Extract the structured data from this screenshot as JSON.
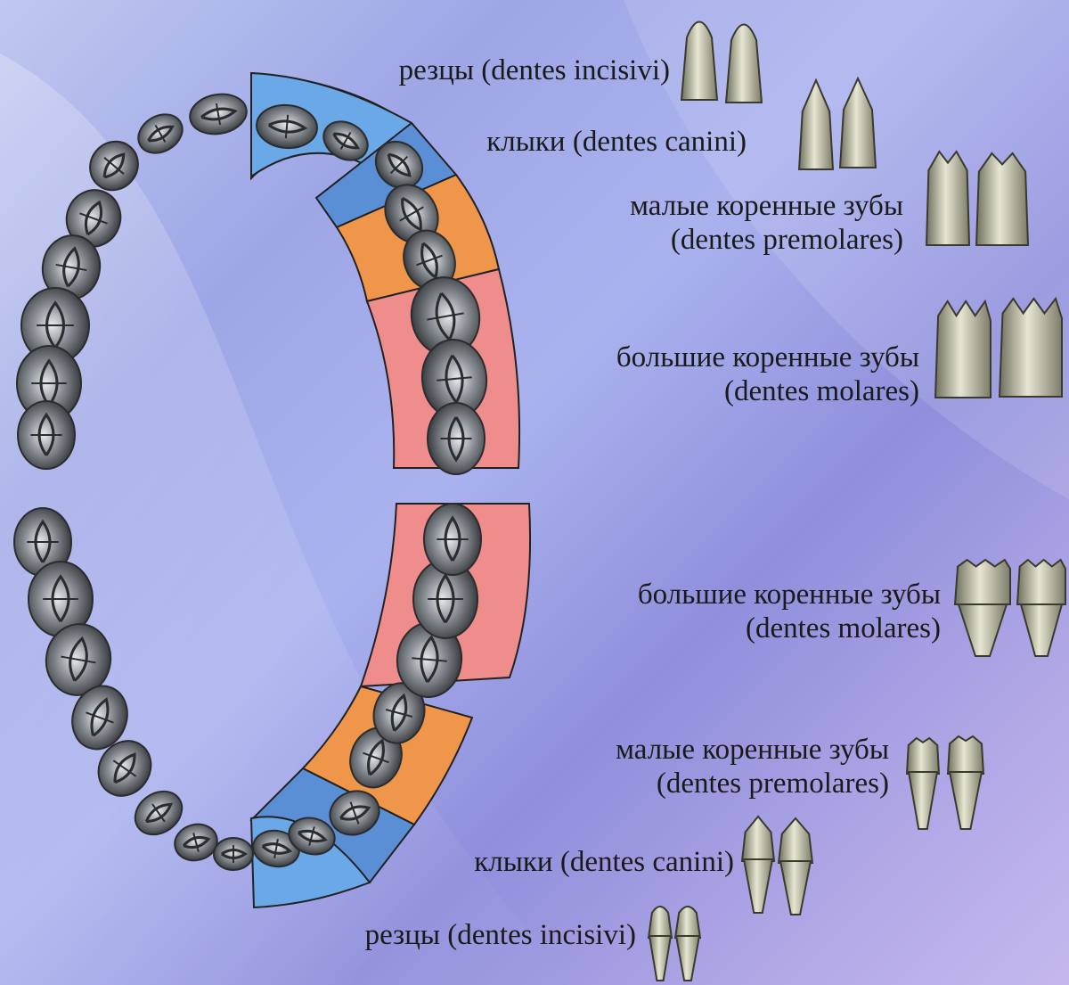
{
  "upper_labels": [
    {
      "id": "incisivi",
      "lines": [
        "резцы (dentes incisivi)"
      ]
    },
    {
      "id": "canini",
      "lines": [
        "клыки (dentes canini)"
      ]
    },
    {
      "id": "premolares",
      "lines": [
        "малые коренные зубы",
        "(dentes premolares)"
      ]
    },
    {
      "id": "molares",
      "lines": [
        "большие коренные зубы",
        "(dentes molares)"
      ]
    }
  ],
  "lower_labels": [
    {
      "id": "molares",
      "lines": [
        "большие коренные зубы",
        "(dentes molares)"
      ]
    },
    {
      "id": "premolares",
      "lines": [
        "малые коренные зубы",
        "(dentes premolares)"
      ]
    },
    {
      "id": "canini",
      "lines": [
        "клыки (dentes canini)"
      ]
    },
    {
      "id": "incisivi",
      "lines": [
        "резцы (dentes incisivi)"
      ]
    }
  ],
  "colors": {
    "incisor_zone": "#6aa8e8",
    "canine_zone": "#5a8fd6",
    "premolar_zone": "#f0964a",
    "molar_zone": "#ef8c8c",
    "zone_border": "#222222",
    "tooth_dark": "#2a2c2e",
    "tooth_light": "#d8dce0",
    "side_tooth_fill": "#b8b8a0"
  }
}
